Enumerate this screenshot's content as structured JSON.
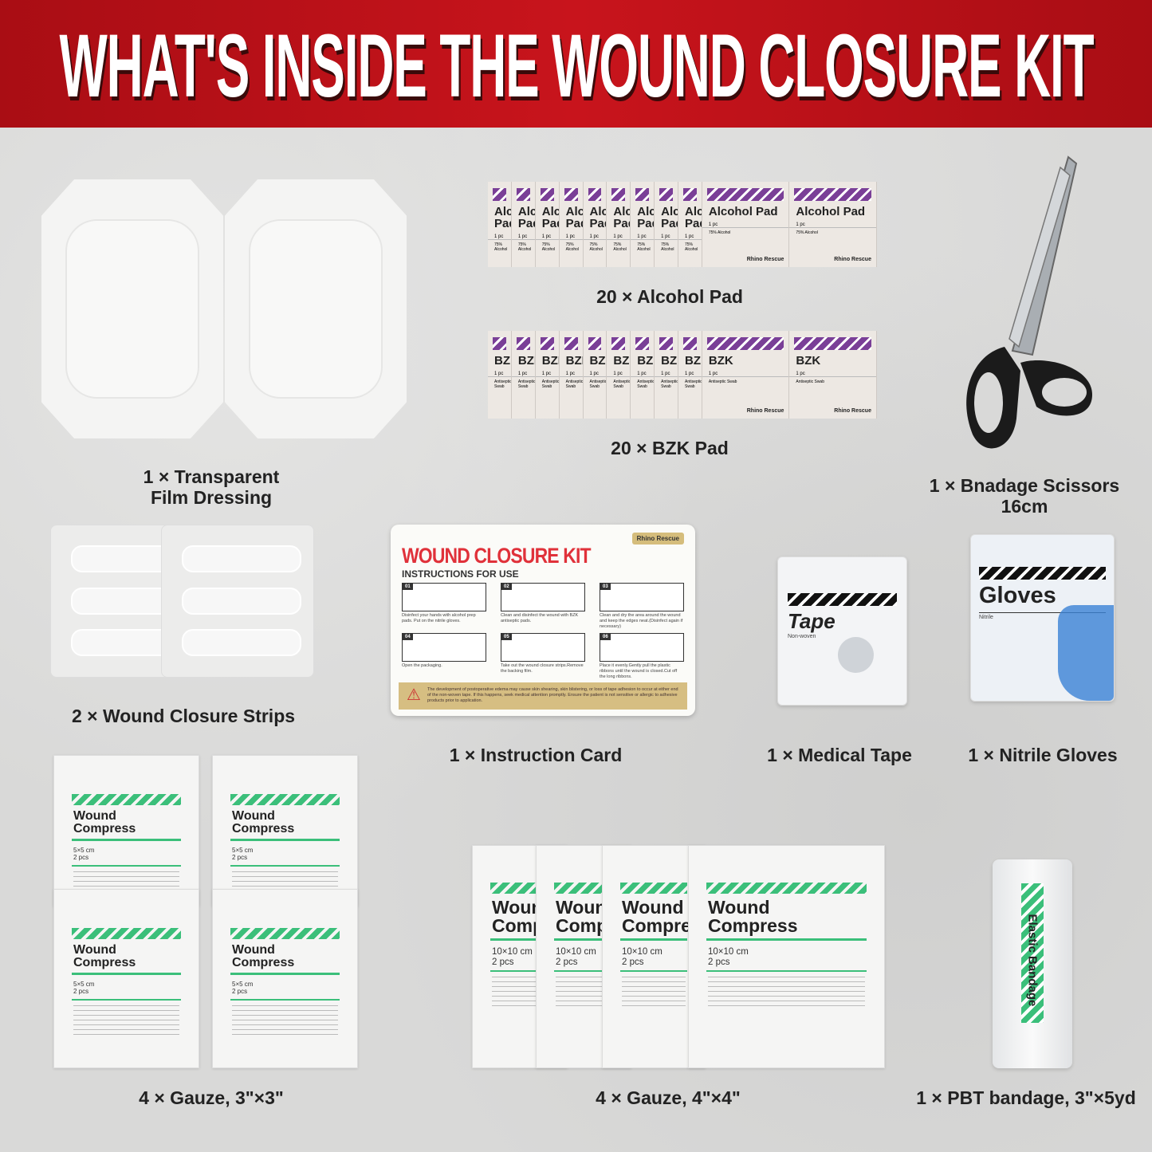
{
  "header": {
    "title": "WHAT'S INSIDE THE WOUND CLOSURE KIT"
  },
  "colors": {
    "header_red": "#c8141c",
    "alcohol_purple": "#7a3f97",
    "gauze_green": "#3bbf7a",
    "card_red": "#e0313a"
  },
  "brand": "Rhino Rescue",
  "items": {
    "film": {
      "label1": "1 × Transparent",
      "label2": "Film Dressing"
    },
    "alcohol": {
      "label": "20 × Alcohol Pad",
      "pack_name": "Alcohol Pad",
      "qty": "1 pc",
      "sub": "75% Alcohol"
    },
    "bzk": {
      "label": "20 × BZK Pad",
      "pack_name": "BZK",
      "qty": "1 pc",
      "sub": "Antiseptic Swab"
    },
    "scissors": {
      "label1": "1 × Bnadage Scissors",
      "label2": "16cm"
    },
    "strips": {
      "label": "2 ×  Wound Closure Strips"
    },
    "card": {
      "label": "1 × Instruction Card",
      "title": "WOUND CLOSURE KIT",
      "subtitle": "INSTRUCTIONS FOR USE",
      "steps": [
        {
          "n": "01",
          "text": "Disinfect your hands with alcohol prep pads. Put on the nitrile gloves."
        },
        {
          "n": "02",
          "text": "Clean and disinfect the wound with BZK antiseptic pads."
        },
        {
          "n": "03",
          "text": "Clean and dry the area around the wound and keep the edges neat.(Disinfect again if necessary)"
        },
        {
          "n": "04",
          "text": "Open the packaging."
        },
        {
          "n": "05",
          "text": "Take out the wound closure strips.Remove the backing film."
        },
        {
          "n": "06",
          "text": "Place it evenly.Gently pull the plastic ribbons until the wound is closed.Cut off the long ribbons."
        }
      ],
      "warning": "The development of postoperative edema may cause skin shearing, skin blistering, or loss of tape adhesion to occur at either end of the non-woven tape. If this happens, seek medical attention promptly. Ensure the patient is not sensitive or allergic to adhesive products prior to application."
    },
    "tape": {
      "label": "1 × Medical Tape",
      "pack_name": "Tape",
      "sub": "Non-woven"
    },
    "gloves": {
      "label": "1 × Nitrile Gloves",
      "pack_name": "Gloves",
      "sub": "Nitrile"
    },
    "gauze3": {
      "label": "4 × Gauze, 3\"×3\"",
      "pack_name1": "Wound",
      "pack_name2": "Compress",
      "size": "5×5 cm",
      "qty": "2 pcs"
    },
    "gauze4": {
      "label": "4 × Gauze, 4\"×4\"",
      "pack_name1": "Wound",
      "pack_name2": "Compress",
      "size": "10×10 cm",
      "qty": "2 pcs"
    },
    "bandage": {
      "label": "1 × PBT bandage, 3\"×5yd",
      "pack_name": "Elastic Bandage"
    }
  }
}
